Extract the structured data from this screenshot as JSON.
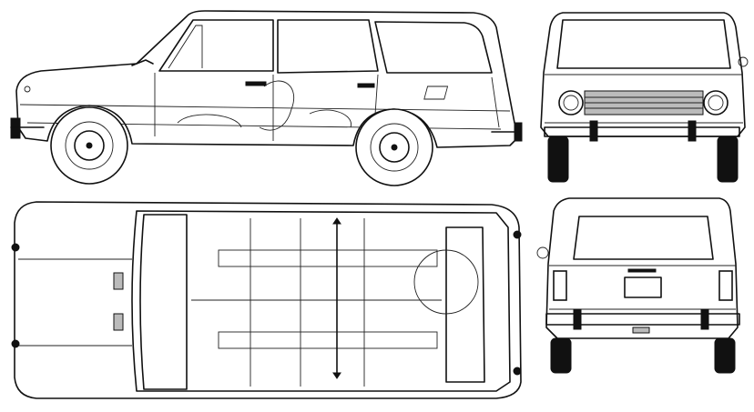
{
  "drawing": {
    "subject": "station-wagon-blueprint",
    "views": [
      "side",
      "front",
      "top",
      "rear"
    ],
    "colors": {
      "line": "#111111",
      "background": "#ffffff",
      "shade": "#bbbbbb"
    }
  }
}
